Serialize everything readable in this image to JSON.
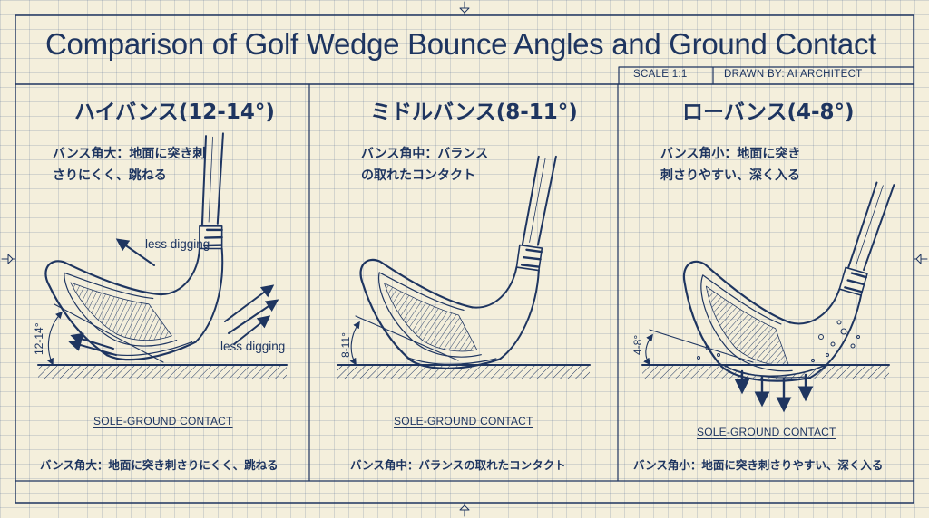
{
  "title": "Comparison of Golf Wedge Bounce Angles and Ground Contact",
  "title_block": {
    "scale": "SCALE  1:1",
    "drawn_by": "DRAWN BY: AI ARCHITECT"
  },
  "colors": {
    "ink": "#1e3560",
    "paper": "#f4efdc",
    "grid": "#c9cfd6"
  },
  "panels": [
    {
      "title": "ハイバンス(12-14°)",
      "desc_line1": "バンス角大：地面に突き刺",
      "desc_line2": "さりにくく、跳ねる",
      "angle_label": "12-14°",
      "annotation_top": "less digging",
      "annotation_bottom": "less digging",
      "contact_label": "SOLE-GROUND CONTACT",
      "footer": "バンス角大：地面に突き刺さりにくく、跳ねる"
    },
    {
      "title": "ミドルバンス(8-11°)",
      "desc_line1": "バンス角中：バランス",
      "desc_line2": "の取れたコンタクト",
      "angle_label": "8-11°",
      "contact_label": "SOLE-GROUND CONTACT",
      "footer": "バンス角中：バランスの取れたコンタクト"
    },
    {
      "title": "ローバンス(4-8°)",
      "desc_line1": "バンス角小：地面に突き",
      "desc_line2": "刺さりやすい、深く入る",
      "angle_label": "4-8°",
      "contact_label": "SOLE-GROUND CONTACT",
      "footer": "バンス角小：地面に突き刺さりやすい、深く入る"
    }
  ]
}
